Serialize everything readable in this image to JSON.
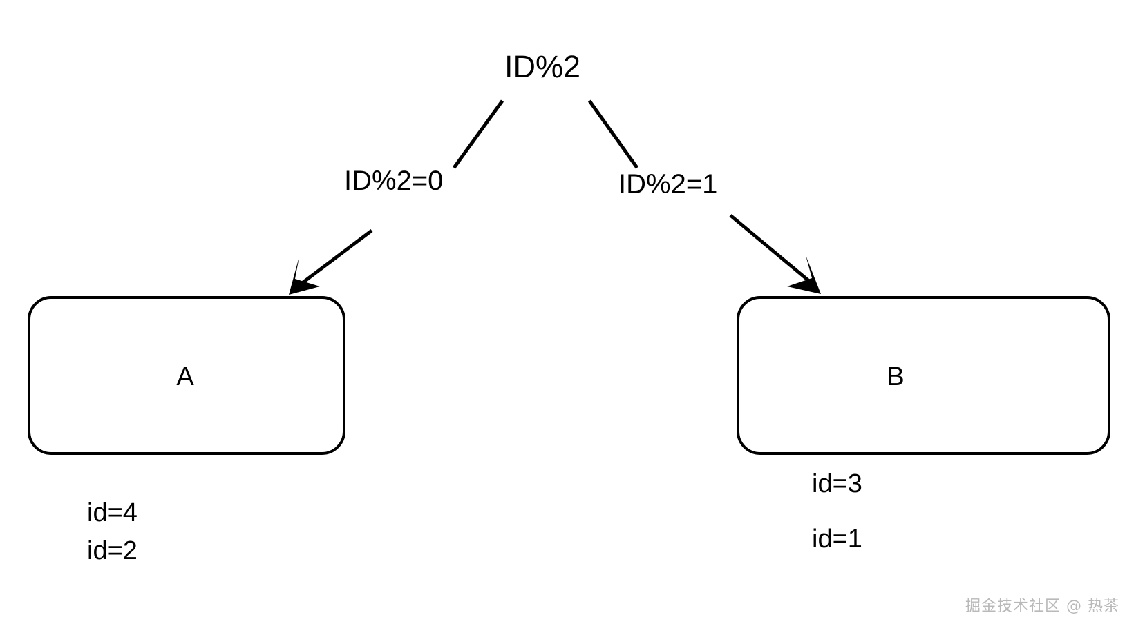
{
  "diagram": {
    "root": {
      "label": "ID%2"
    },
    "edges": [
      {
        "label": "ID%2=0",
        "target": "A"
      },
      {
        "label": "ID%2=1",
        "target": "B"
      }
    ],
    "nodes": [
      {
        "label": "A",
        "ids": [
          "id=4",
          "id=2"
        ]
      },
      {
        "label": "B",
        "ids": [
          "id=3",
          "id=1"
        ]
      }
    ],
    "colors": {
      "stroke": "#000000",
      "fill": "#ffffff",
      "background": "#ffffff",
      "watermark": "#b9b9b9"
    }
  },
  "watermark": {
    "text": "掘金技术社区 @ 热茶"
  }
}
